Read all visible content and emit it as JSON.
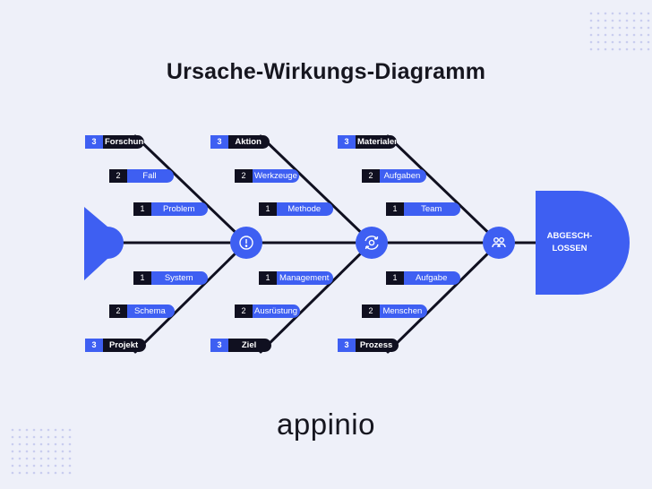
{
  "title": "Ursache-Wirkungs-Diagramm",
  "effect_label_1": "ABGESCH-",
  "effect_label_2": "LOSSEN",
  "logo": "appinio",
  "colors": {
    "accent": "#3e5ff2",
    "dark": "#101020",
    "background": "#eef0f9",
    "dots": "#c9cdef"
  },
  "icons": [
    "exclamation-icon",
    "gear-refresh-icon",
    "people-icon"
  ],
  "bones": [
    {
      "top": {
        "head": {
          "num": "3",
          "text": "Forschung"
        },
        "items": [
          {
            "num": "2",
            "text": "Fall"
          },
          {
            "num": "1",
            "text": "Problem"
          }
        ]
      },
      "bottom": {
        "items": [
          {
            "num": "1",
            "text": "System"
          },
          {
            "num": "2",
            "text": "Schema"
          }
        ],
        "head": {
          "num": "3",
          "text": "Projekt"
        }
      }
    },
    {
      "top": {
        "head": {
          "num": "3",
          "text": "Aktion"
        },
        "items": [
          {
            "num": "2",
            "text": "Werkzeuge"
          },
          {
            "num": "1",
            "text": "Methode"
          }
        ]
      },
      "bottom": {
        "items": [
          {
            "num": "1",
            "text": "Management"
          },
          {
            "num": "2",
            "text": "Ausrüstung"
          }
        ],
        "head": {
          "num": "3",
          "text": "Ziel"
        }
      }
    },
    {
      "top": {
        "head": {
          "num": "3",
          "text": "Materialen"
        },
        "items": [
          {
            "num": "2",
            "text": "Aufgaben"
          },
          {
            "num": "1",
            "text": "Team"
          }
        ]
      },
      "bottom": {
        "items": [
          {
            "num": "1",
            "text": "Aufgabe"
          },
          {
            "num": "2",
            "text": "Menschen"
          }
        ],
        "head": {
          "num": "3",
          "text": "Prozess"
        }
      }
    }
  ]
}
